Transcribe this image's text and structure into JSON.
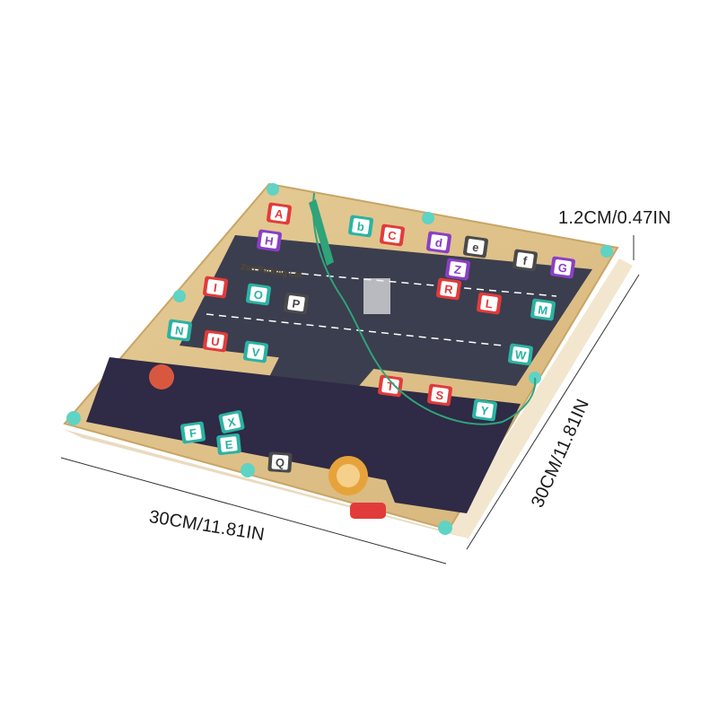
{
  "dimensions": {
    "thickness": "1.2CM/0.47IN",
    "width": "30CM/11.81IN",
    "depth": "30CM/11.81IN"
  },
  "board": {
    "title": "Zoo Parking Lot"
  },
  "tiles": {
    "parked": [
      {
        "letter": "A",
        "color": "#e23b3b"
      },
      {
        "letter": "b",
        "color": "#2bb3a3"
      },
      {
        "letter": "C",
        "color": "#e23b3b"
      },
      {
        "letter": "d",
        "color": "#8a3fc4"
      },
      {
        "letter": "e",
        "color": "#4a4a4a"
      },
      {
        "letter": "f",
        "color": "#4a4a4a"
      },
      {
        "letter": "G",
        "color": "#8a3fc4"
      },
      {
        "letter": "H",
        "color": "#8a3fc4"
      },
      {
        "letter": "I",
        "color": "#e23b3b"
      },
      {
        "letter": "O",
        "color": "#2bb3a3"
      },
      {
        "letter": "P",
        "color": "#4a4a4a"
      },
      {
        "letter": "R",
        "color": "#e23b3b"
      },
      {
        "letter": "L",
        "color": "#e23b3b"
      },
      {
        "letter": "M",
        "color": "#2bb3a3"
      },
      {
        "letter": "N",
        "color": "#2bb3a3"
      },
      {
        "letter": "U",
        "color": "#e23b3b"
      },
      {
        "letter": "V",
        "color": "#2bb3a3"
      },
      {
        "letter": "W",
        "color": "#2bb3a3"
      },
      {
        "letter": "T",
        "color": "#e23b3b"
      },
      {
        "letter": "S",
        "color": "#e23b3b"
      },
      {
        "letter": "Y",
        "color": "#2bb3a3"
      },
      {
        "letter": "Z",
        "color": "#8a3fc4"
      }
    ],
    "loose": [
      {
        "letter": "F",
        "color": "#2bb3a3"
      },
      {
        "letter": "X",
        "color": "#2bb3a3"
      },
      {
        "letter": "E",
        "color": "#2bb3a3"
      },
      {
        "letter": "Q",
        "color": "#4a4a4a"
      }
    ]
  },
  "colors": {
    "wood": "#dcc08a",
    "wood_edge": "#c9a566",
    "road": "#3b3e4e",
    "peg": "#5fd3c4",
    "string": "#2fa37a"
  }
}
